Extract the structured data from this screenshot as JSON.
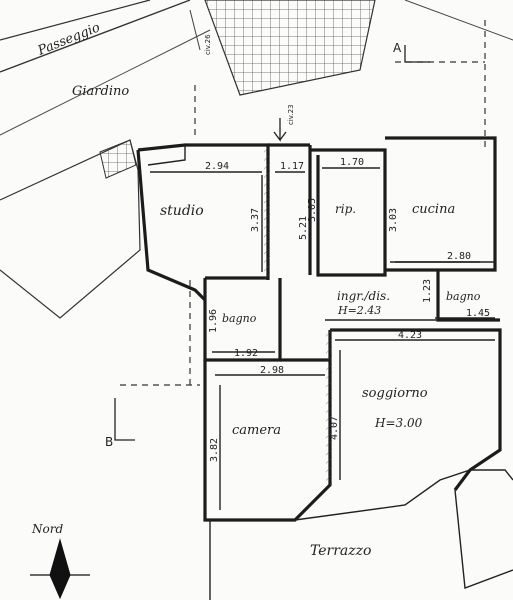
{
  "labels": {
    "passeggio": "Passeggio",
    "giardino": "Giardino",
    "studio": "studio",
    "rip": "rip.",
    "cucina": "cucina",
    "ingr_dis": "ingr./dis.",
    "h_ingr": "H=2.43",
    "bagno_top": "bagno",
    "bagno_mid": "bagno",
    "soggiorno": "soggiorno",
    "h_sogg": "H=3.00",
    "camera": "camera",
    "terrazzo": "Terrazzo",
    "nord": "Nord",
    "sec_a": "A",
    "sec_b": "B",
    "civ_top": "civ.26",
    "civ_entry": "civ.23"
  },
  "dimensions": {
    "studio_w": "2.94",
    "studio_h": "3.37",
    "corr_w": "1.17",
    "corr_h": "5.21",
    "rip_w": "1.70",
    "rip_h": "3.05",
    "cucina_h": "3.03",
    "cucina_w": "2.80",
    "bagno_top_h": "1.23",
    "bagno_top_w": "1.45",
    "bagno_mid_h": "1.96",
    "bagno_mid_w": "1.92",
    "camera_w": "2.98",
    "camera_h": "3.82",
    "sogg_w": "4.23",
    "sogg_h": "4.07"
  }
}
